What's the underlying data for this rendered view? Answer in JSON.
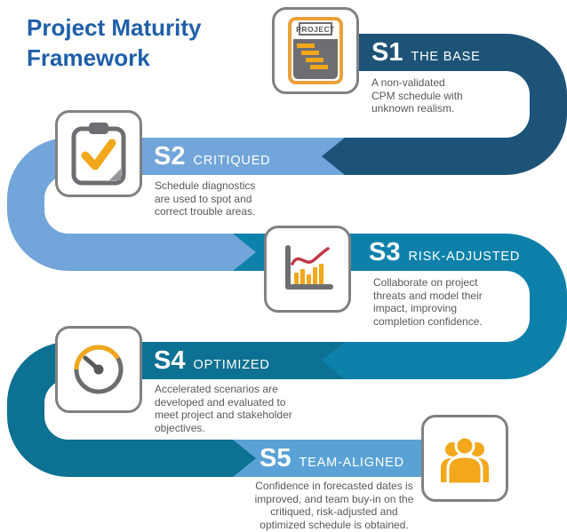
{
  "title": "Project Maturity Framework",
  "stages": [
    {
      "id": "S1",
      "name": "THE BASE",
      "description": "A non-validated CPM schedule with unknown realism.",
      "band_color": "#1d5377"
    },
    {
      "id": "S2",
      "name": "CRITIQUED",
      "description": "Schedule diagnostics are used to spot and correct trouble areas.",
      "band_color": "#72a5d9"
    },
    {
      "id": "S3",
      "name": "RISK-ADJUSTED",
      "description": "Collaborate on project threats and model their impact, improving completion confidence.",
      "band_color": "#0e81ab"
    },
    {
      "id": "S4",
      "name": "OPTIMIZED",
      "description": "Accelerated scenarios are developed and evaluated to meet project and stakeholder objectives.",
      "band_color": "#0c7192"
    },
    {
      "id": "S5",
      "name": "TEAM-ALIGNED",
      "description": "Confidence in forecasted dates is improved, and team buy-in on the critiqued, risk-adjusted and optimized schedule is obtained.",
      "band_color": "#5aa2d6"
    }
  ],
  "icons": {
    "project_label": "PROJECT"
  },
  "colors": {
    "title_blue": "#1e5fa8",
    "accent_orange": "#f3a71b",
    "icon_gray": "#6d6e71",
    "trend_red": "#c0394a",
    "body_text": "#58595b",
    "card_border": "#808184"
  }
}
